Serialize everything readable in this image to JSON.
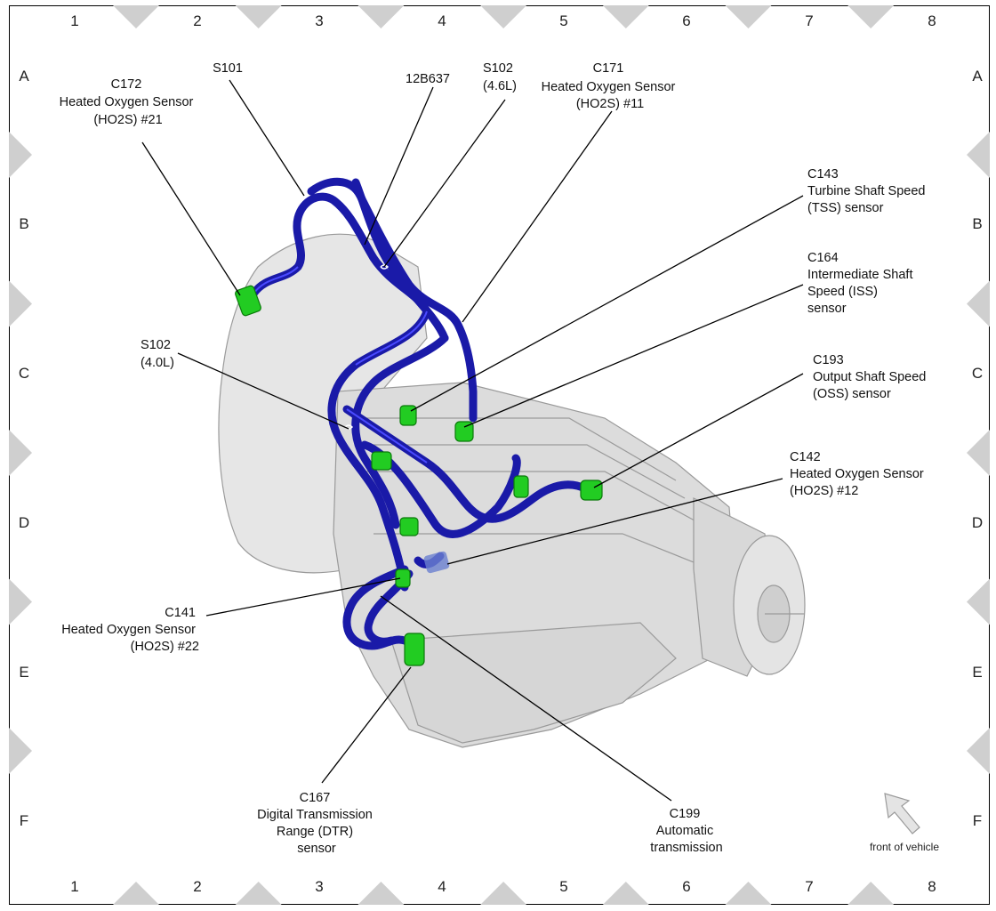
{
  "grid": {
    "columns": [
      "1",
      "2",
      "3",
      "4",
      "5",
      "6",
      "7",
      "8"
    ],
    "rows": [
      "A",
      "B",
      "C",
      "D",
      "E",
      "F"
    ]
  },
  "callouts": {
    "c172": {
      "lines": [
        "C172",
        "Heated Oxygen Sensor",
        "(HO2S) #21"
      ]
    },
    "s101": {
      "lines": [
        "S101"
      ]
    },
    "p12b637": {
      "lines": [
        "12B637"
      ]
    },
    "s102_46": {
      "lines": [
        "S102",
        "(4.6L)"
      ]
    },
    "c171": {
      "lines": [
        "C171",
        "Heated Oxygen Sensor",
        "(HO2S) #11"
      ]
    },
    "c143": {
      "lines": [
        "C143",
        "Turbine Shaft Speed",
        "(TSS) sensor"
      ]
    },
    "c164": {
      "lines": [
        "C164",
        "Intermediate Shaft",
        "Speed (ISS)",
        "sensor"
      ]
    },
    "s102_40": {
      "lines": [
        "S102",
        "(4.0L)"
      ]
    },
    "c193": {
      "lines": [
        "C193",
        "Output Shaft Speed",
        "(OSS) sensor"
      ]
    },
    "c142": {
      "lines": [
        "C142",
        "Heated Oxygen Sensor",
        "(HO2S) #12"
      ]
    },
    "c141": {
      "lines": [
        "C141",
        "Heated Oxygen Sensor",
        "(HO2S) #22"
      ]
    },
    "c167": {
      "lines": [
        "C167",
        "Digital Transmission",
        "Range (DTR)",
        "sensor"
      ]
    },
    "c199": {
      "lines": [
        "C199",
        "Automatic",
        "transmission"
      ]
    }
  },
  "front_of_vehicle": "front of vehicle",
  "colors": {
    "harness": "#1a1aa8",
    "connector": "#22cc22",
    "housing": "#e2e2e2"
  }
}
